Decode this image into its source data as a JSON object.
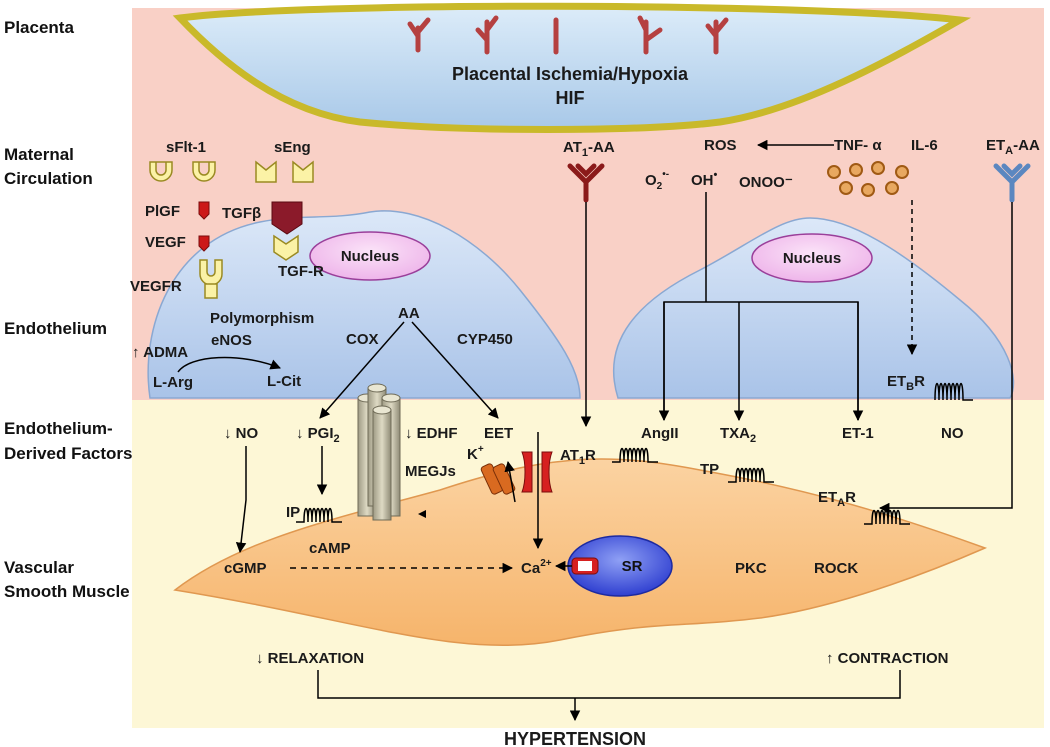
{
  "rows": {
    "placenta": "Placenta",
    "maternal_1": "Maternal",
    "maternal_2": "Circulation",
    "endothelium": "Endothelium",
    "edf_1": "Endothelium-",
    "edf_2": "Derived Factors",
    "vsm_1": "Vascular",
    "vsm_2": "Smooth Muscle"
  },
  "placenta": {
    "line1": "Placental Ischemia/Hypoxia",
    "line2": "HIF"
  },
  "circulation": {
    "sflt1": "sFlt-1",
    "seng": "sEng",
    "plgf": "PlGF",
    "tgfb": "TGFβ",
    "vegf": "VEGF",
    "vegfr": "VEGFR",
    "tgfr": "TGF-R",
    "at1aa_main": "AT",
    "at1aa_sub": "1",
    "at1aa_tail": "-AA",
    "ros": "ROS",
    "tnf": "TNF- α",
    "il6": "IL-6",
    "etaaa_main": "ET",
    "etaaa_sub": "A",
    "etaaa_tail": "-AA",
    "o2_main": "O",
    "o2_sub": "2",
    "o2_sup": "•-",
    "oh_main": "OH",
    "oh_sup": "•",
    "onoo": "ONOO⁻"
  },
  "endothelium": {
    "nucleus_left": "Nucleus",
    "nucleus_right": "Nucleus",
    "polymorphism": "Polymorphism",
    "enos": "eNOS",
    "adma": "↑ ADMA",
    "larg": "L-Arg",
    "lcit": "L-Cit",
    "aa": "AA",
    "cox": "COX",
    "cyp450": "CYP450",
    "etbr_main": "ET",
    "etbr_sub": "B",
    "etbr_tail": "R"
  },
  "factors": {
    "no_down": "↓ NO",
    "pgi2_main": "↓ PGI",
    "pgi2_sub": "2",
    "edhf": "↓ EDHF",
    "eet": "EET",
    "megjs": "MEGJs",
    "kplus_main": "K",
    "kplus_sup": "+",
    "at1r_main": "AT",
    "at1r_sub": "1",
    "at1r_tail": "R",
    "angii": "AngII",
    "txa2_main": "TXA",
    "txa2_sub": "2",
    "et1": "ET-1",
    "no_right": "NO",
    "tp": "TP",
    "etar_main": "ET",
    "etar_sub": "A",
    "etar_tail": "R",
    "ip": "IP"
  },
  "smooth_muscle": {
    "camp": "cAMP",
    "cgmp": "cGMP",
    "ca_main": "Ca",
    "ca_sup": "2+",
    "sr": "SR",
    "pkc": "PKC",
    "rock": "ROCK"
  },
  "outcomes": {
    "relaxation": "↓ RELAXATION",
    "contraction": "↑ CONTRACTION",
    "hypertension": "HYPERTENSION"
  },
  "colors": {
    "band_pink": "#f9d0c6",
    "band_yellow": "#fdf7d6",
    "endothelial_cell": "#bcd3ef",
    "smooth_muscle_cell": "#f9c48a",
    "receptor_red": "#8b1a1a",
    "receptor_blue": "#5b87c0",
    "nucleus": "#f4c7f0",
    "sr": "#3a4bd9"
  }
}
